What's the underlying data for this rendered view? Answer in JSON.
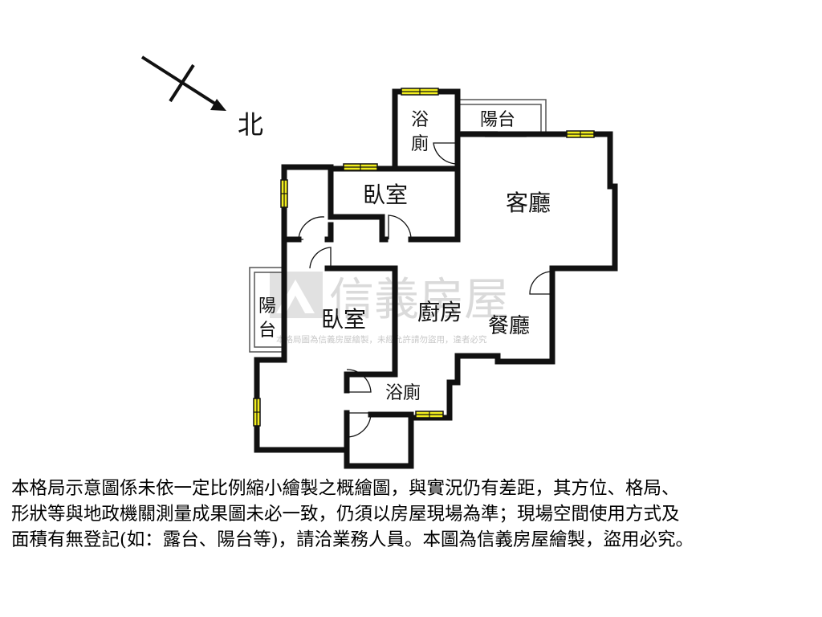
{
  "compass": {
    "north_label": "北"
  },
  "rooms": {
    "bath_top": [
      "浴",
      "廁"
    ],
    "balcony_top": "陽台",
    "bedroom_upper": "臥室",
    "living_room": "客廳",
    "balcony_left": [
      "陽",
      "台"
    ],
    "bedroom_lower": "臥室",
    "kitchen": "廚房",
    "dining": "餐廳",
    "bath_bottom": "浴廁"
  },
  "watermark": {
    "brand": "信義房屋",
    "notice": "本格局圖為信義房屋繪製，未經允許請勿盜用，違者必究"
  },
  "disclaimer": {
    "lines": [
      "本格局示意圖係未依一定比例縮小繪製之概繪圖，與實況仍有差距，其方位、格局、",
      "形狀等與地政機關測量成果圖未必一致，仍須以房屋現場為準；現場空間使用方式及",
      "面積有無登記(如：露台、陽台等)，請洽業務人員。本圖為信義房屋繪製，盜用必究。"
    ]
  },
  "colors": {
    "wall": "#111111",
    "window_fill": "#f2ee1e",
    "watermark": "#c8c8c8"
  }
}
